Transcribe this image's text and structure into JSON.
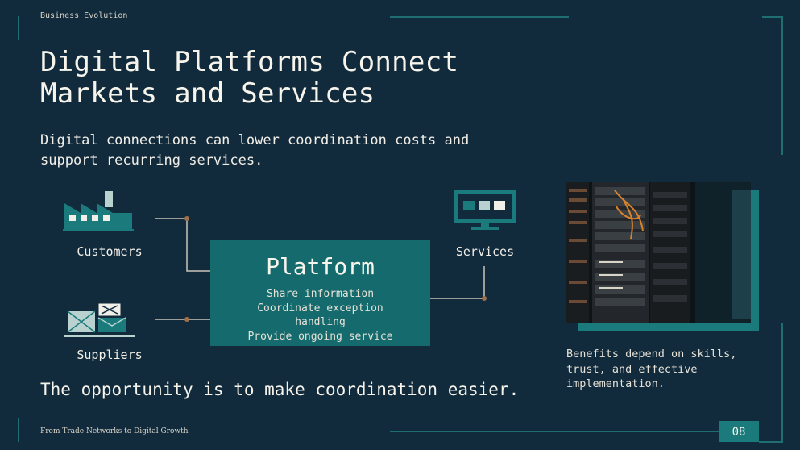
{
  "header": {
    "section_label": "Business Evolution"
  },
  "slide": {
    "title": "Digital Platforms Connect Markets and Services",
    "subtitle": "Digital connections can lower coordination costs and support recurring services."
  },
  "diagram": {
    "customers_label": "Customers",
    "suppliers_label": "Suppliers",
    "services_label": "Services",
    "platform": {
      "title": "Platform",
      "items": [
        "Share information",
        "Coordinate exception",
        "handling",
        "Provide ongoing service"
      ]
    },
    "icons": [
      "factory-icon",
      "envelopes-icon",
      "monitor-icon"
    ]
  },
  "conclusion": "The opportunity is to make coordination easier.",
  "sidebar": {
    "photo_subject": "server-rack-photo",
    "caption": "Benefits depend on skills, trust, and effective implementation."
  },
  "footer": {
    "deck_title": "From Trade Networks to Digital Growth",
    "page_number": "08"
  },
  "colors": {
    "background": "#112b3c",
    "accent_teal": "#146a6d",
    "frame_teal": "#1e6e72",
    "connector_dot": "#a0704a",
    "text": "#f2efe8"
  }
}
